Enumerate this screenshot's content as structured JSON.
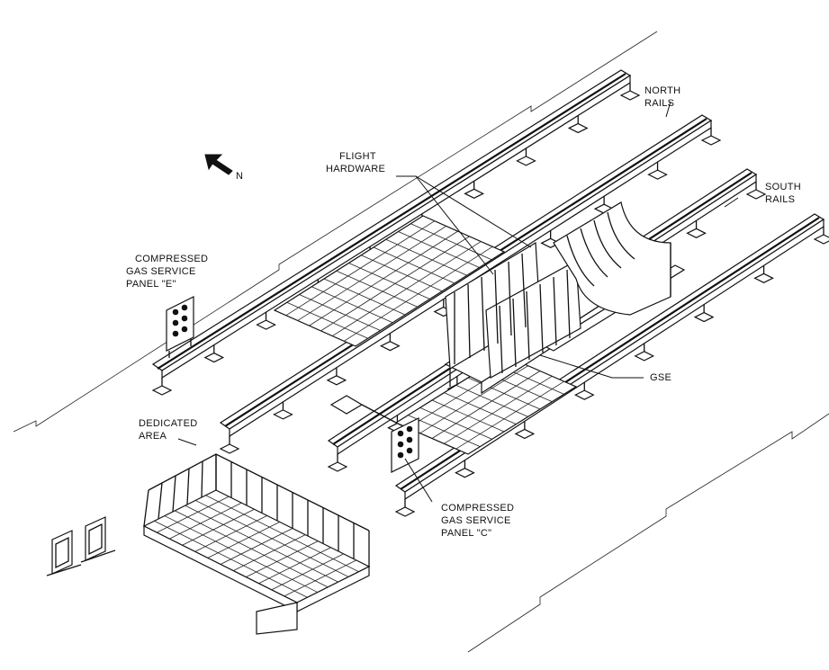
{
  "labels": {
    "north_rails": [
      "NORTH",
      "RAILS"
    ],
    "south_rails": [
      "SOUTH",
      "RAILS"
    ],
    "flight_hardware": [
      "FLIGHT",
      "HARDWARE"
    ],
    "compass": "N",
    "panel_e": [
      "COMPRESSED",
      "GAS SERVICE",
      "PANEL \"E\""
    ],
    "gse": "GSE",
    "dedicated_area": [
      "DEDICATED",
      "AREA"
    ],
    "panel_c": [
      "COMPRESSED",
      "GAS SERVICE",
      "PANEL \"C\""
    ]
  },
  "colors": {
    "ink": "#111111",
    "paper": "#ffffff"
  }
}
